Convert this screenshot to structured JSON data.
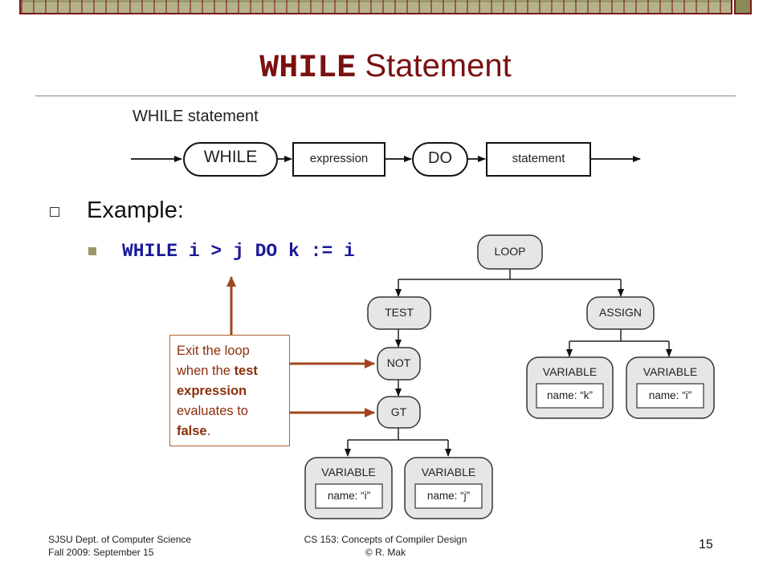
{
  "slide": {
    "title_keyword": "WHILE",
    "title_rest": " Statement",
    "syntax_diagram": {
      "heading": "WHILE statement",
      "nodes": [
        "WHILE",
        "expression",
        "DO",
        "statement"
      ]
    },
    "example_label": "Example:",
    "code": "WHILE i > j DO k := i",
    "tree": {
      "loop": "LOOP",
      "test": "TEST",
      "assign": "ASSIGN",
      "not": "NOT",
      "gt": "GT",
      "variable_label": "VARIABLE",
      "var_k": "name: “k”",
      "var_i_assign": "name: “i”",
      "var_i": "name: “i”",
      "var_j": "name: “j”"
    },
    "callout": {
      "line1": "Exit the loop",
      "line2_pre": "when the ",
      "line2_bold": "test",
      "line3_bold": "expression",
      "line4": "evaluates to",
      "line5_bold": "false",
      "line5_post": "."
    },
    "footer": {
      "left_line1": "SJSU Dept. of Computer Science",
      "left_line2": "Fall 2009: September 15",
      "center_line1": "CS 153: Concepts of Compiler Design",
      "center_line2": "© R. Mak",
      "page_number": "15"
    }
  },
  "colors": {
    "title": "#7a1111",
    "code": "#1a1a99",
    "callout_text": "#8b2e0a",
    "arrow": "#a0461c",
    "node_fill": "#e6e6e6"
  }
}
